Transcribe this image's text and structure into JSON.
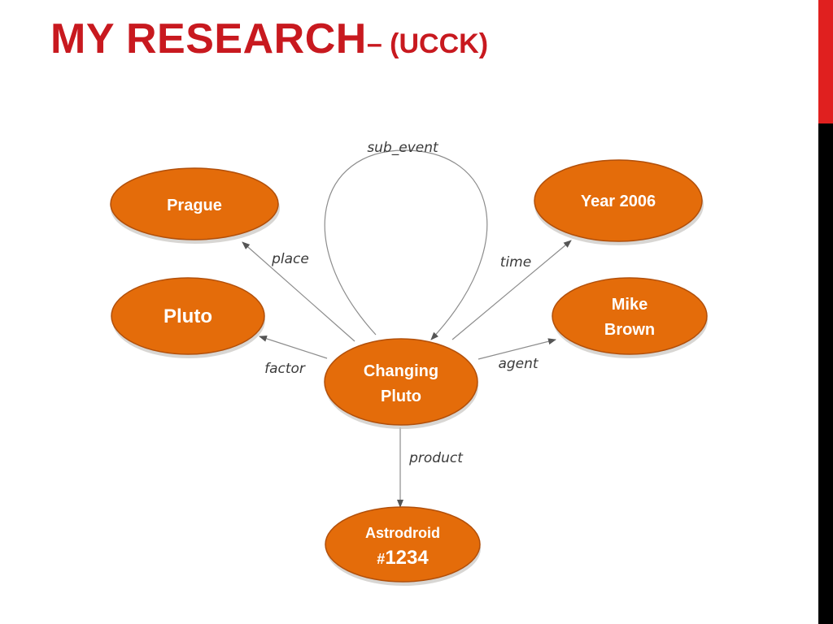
{
  "slide": {
    "title_main": "MY RESEARCH",
    "title_sub": "– (UCCK)"
  },
  "colors": {
    "title": "#c8191f",
    "node_fill": "#e46c0a",
    "node_stroke": "#b14f0a",
    "edge": "#8c8c8c",
    "accent_bar_top": "#e0201f",
    "accent_bar_bottom": "#000000"
  },
  "diagram": {
    "nodes": {
      "center": [
        "Changing",
        "Pluto"
      ],
      "prague": [
        "Prague"
      ],
      "year": [
        "Year 2006"
      ],
      "pluto": [
        "Pluto"
      ],
      "mike": [
        "Mike",
        "Brown"
      ],
      "astro_line1": "Astrodroid",
      "astro_hash": "#",
      "astro_num": "1234"
    },
    "edges": {
      "sub_event": "sub_event",
      "place": "place",
      "time": "time",
      "factor": "factor",
      "agent": "agent",
      "product": "product"
    }
  }
}
